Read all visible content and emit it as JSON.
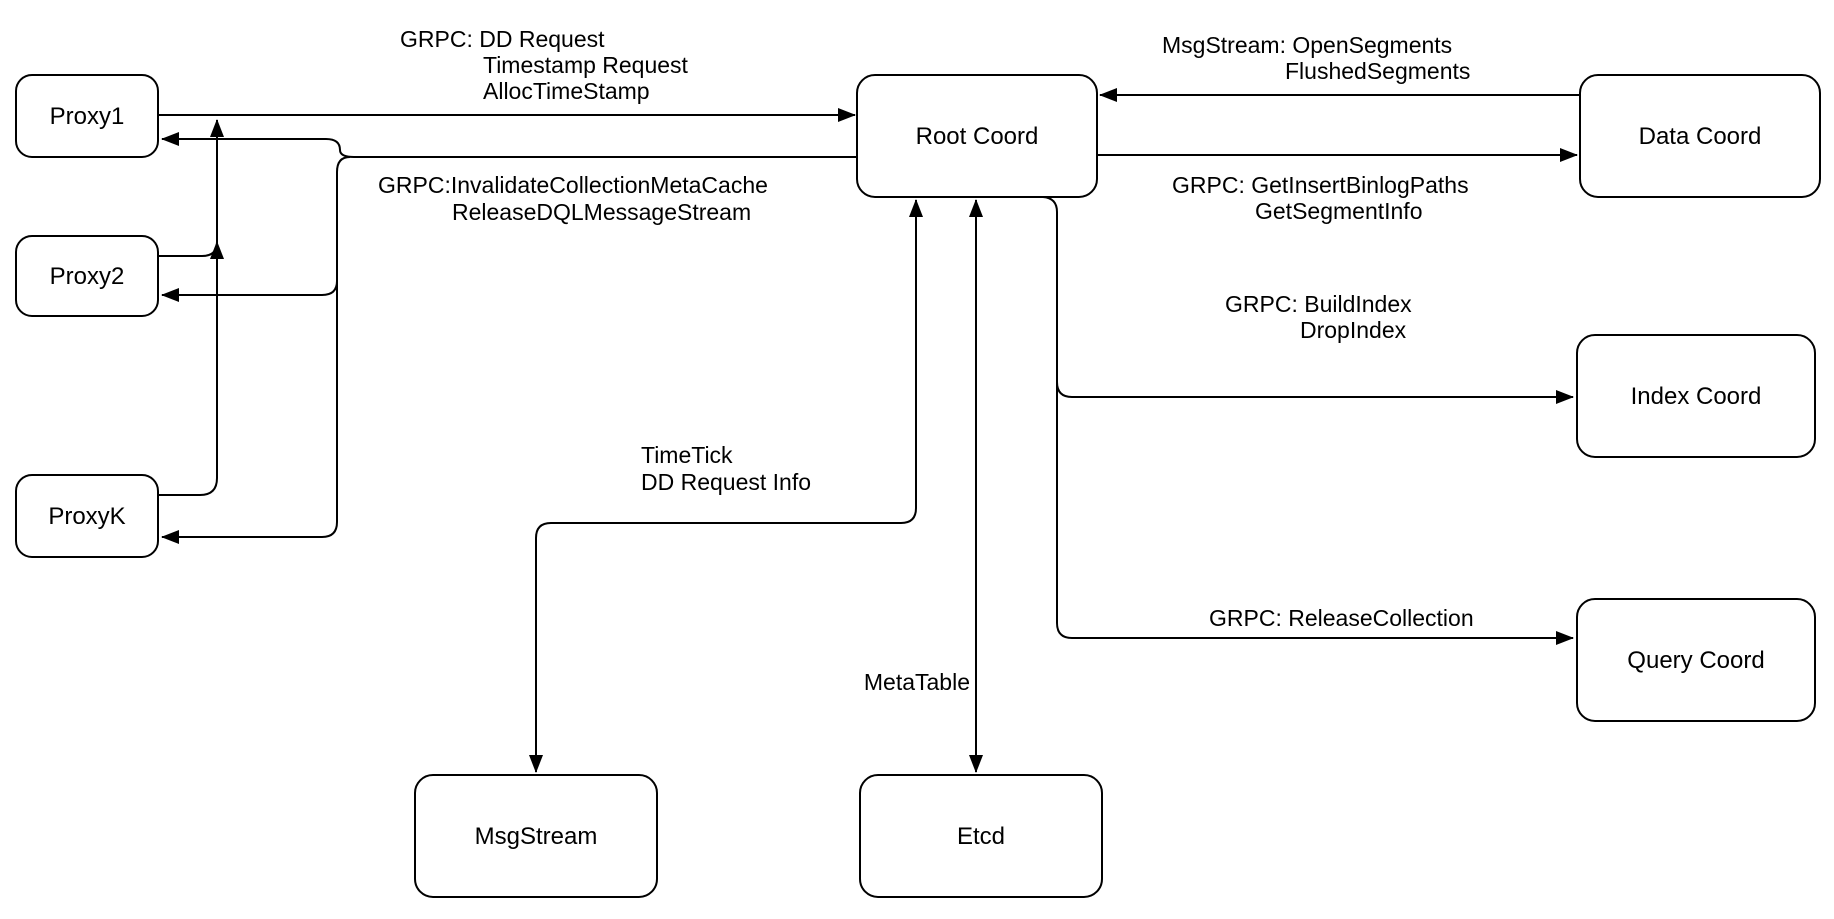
{
  "colors": {
    "background": "#ffffff",
    "node_fill": "#ffffff",
    "line_stroke": "#000000",
    "text": "#000000"
  },
  "nodes": {
    "proxy1": {
      "label": "Proxy1"
    },
    "proxy2": {
      "label": "Proxy2"
    },
    "proxyk": {
      "label": "ProxyK"
    },
    "root_coord": {
      "label": "Root Coord"
    },
    "data_coord": {
      "label": "Data Coord"
    },
    "index_coord": {
      "label": "Index Coord"
    },
    "query_coord": {
      "label": "Query Coord"
    },
    "msgstream": {
      "label": "MsgStream"
    },
    "etcd": {
      "label": "Etcd"
    }
  },
  "edges": {
    "proxies_to_root_coord": {
      "lines": [
        "GRPC: DD Request",
        "Timestamp Request",
        "AllocTimeStamp"
      ]
    },
    "root_coord_to_proxies": {
      "lines": [
        "GRPC:InvalidateCollectionMetaCache",
        "ReleaseDQLMessageStream"
      ]
    },
    "data_coord_to_root_coord": {
      "lines": [
        "MsgStream: OpenSegments",
        "FlushedSegments"
      ]
    },
    "root_coord_to_data_coord": {
      "lines": [
        "GRPC: GetInsertBinlogPaths",
        "GetSegmentInfo"
      ]
    },
    "root_coord_to_index_coord": {
      "lines": [
        "GRPC: BuildIndex",
        "DropIndex"
      ]
    },
    "root_coord_to_query_coord": {
      "lines": [
        "GRPC: ReleaseCollection"
      ]
    },
    "root_coord_to_msgstream": {
      "lines": [
        "TimeTick",
        "DD Request Info"
      ]
    },
    "root_coord_to_etcd": {
      "lines": [
        "MetaTable"
      ]
    }
  }
}
